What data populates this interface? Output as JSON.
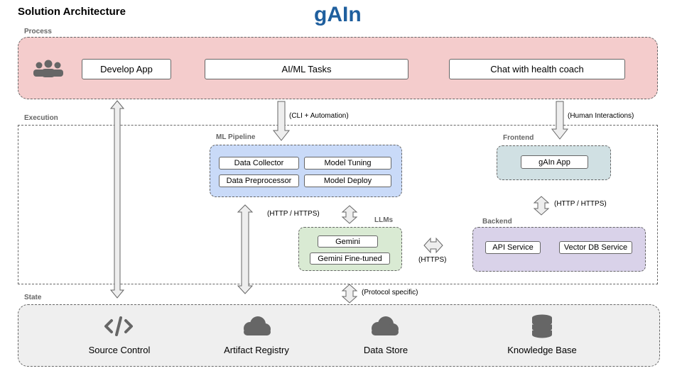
{
  "header": {
    "title": "Solution Architecture",
    "logo": "gAIn"
  },
  "process": {
    "label": "Process",
    "icon": "users-group-icon",
    "items": [
      "Develop App",
      "AI/ML Tasks",
      "Chat with health coach"
    ]
  },
  "execution": {
    "label": "Execution"
  },
  "ml_pipeline": {
    "label": "ML Pipeline",
    "items": [
      "Data Collector",
      "Model Tuning",
      "Data Preprocessor",
      "Model Deploy"
    ]
  },
  "frontend": {
    "label": "Frontend",
    "app": "gAIn App"
  },
  "llms": {
    "label": "LLMs",
    "items": [
      "Gemini",
      "Gemini Fine-tuned"
    ]
  },
  "backend": {
    "label": "Backend",
    "items": [
      "API Service",
      "Vector DB Service"
    ]
  },
  "connectors": {
    "cli": "(CLI + Automation)",
    "human": "(Human Interactions)",
    "http_pipeline": "(HTTP / HTTPS)",
    "http_frontend": "(HTTP / HTTPS)",
    "https": "(HTTPS)",
    "protocol": "(Protocol specific)"
  },
  "state": {
    "label": "State",
    "items": [
      {
        "label": "Source Control",
        "icon": "code-icon"
      },
      {
        "label": "Artifact Registry",
        "icon": "cloud-icon"
      },
      {
        "label": "Data Store",
        "icon": "cloud-icon"
      },
      {
        "label": "Knowledge Base",
        "icon": "database-icon"
      }
    ]
  },
  "colors": {
    "process_bg": "#f4cccc",
    "ml_bg": "#c9daf8",
    "frontend_bg": "#d0e0e3",
    "llm_bg": "#d9ead3",
    "backend_bg": "#d9d2e9",
    "state_bg": "#efefef",
    "logo": "#1f5f9e",
    "icon": "#666666",
    "arrow_fill": "#eeeeee"
  }
}
